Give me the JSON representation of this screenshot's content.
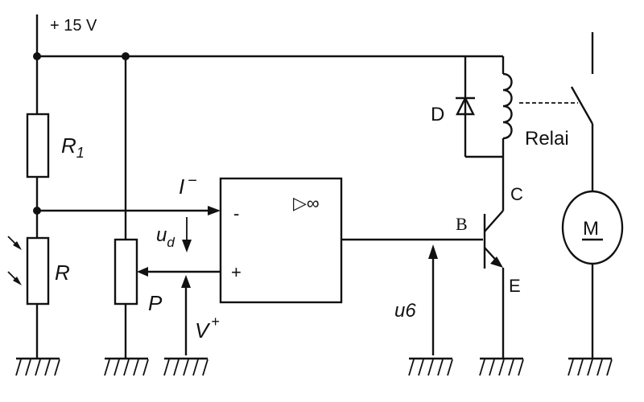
{
  "labels": {
    "supply": "+ 15 V",
    "r1_main": "R",
    "r1_sub": "1",
    "r": "R",
    "p": "P",
    "i_main": "I",
    "i_sup": "−",
    "ud_main": "u",
    "ud_sub": "d",
    "vplus_main": "V",
    "vplus_sup": "+",
    "minus_in": "-",
    "plus_in": "+",
    "opamp_gain": "▷∞",
    "b": "B",
    "c": "C",
    "e": "E",
    "d": "D",
    "u6": "u6",
    "relai": "Relai",
    "motor": "M"
  }
}
